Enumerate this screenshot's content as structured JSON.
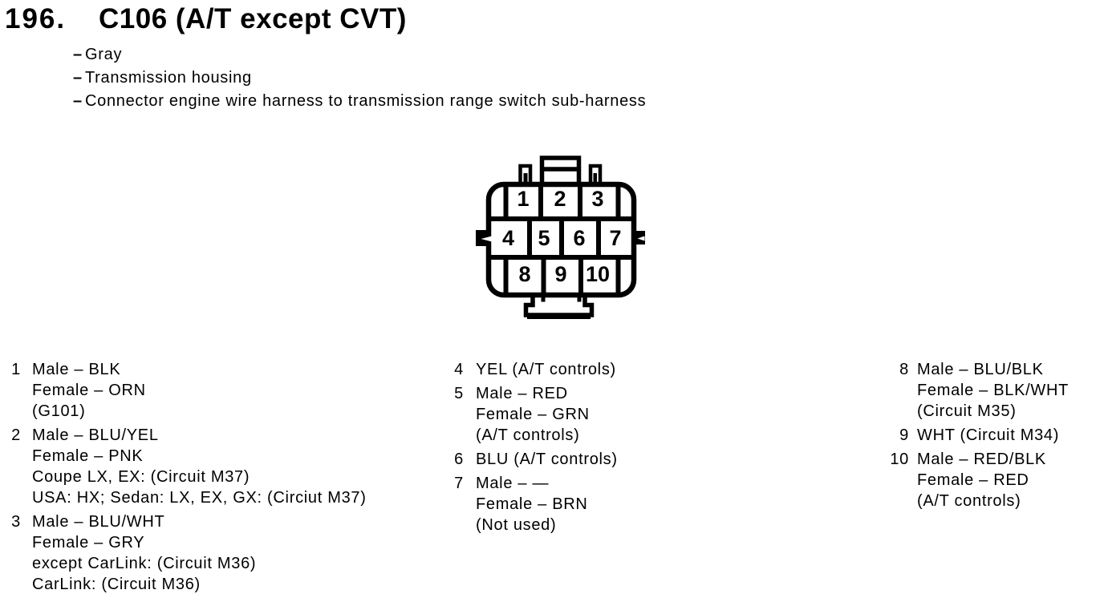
{
  "header": {
    "number": "196.",
    "title": "C106 (A/T except CVT)"
  },
  "glyphs": {
    "bullet_dash": "–"
  },
  "notes": [
    "Gray",
    "Transmission housing",
    "Connector engine wire harness to transmission range switch sub-harness"
  ],
  "connector": {
    "pin_labels": [
      "1",
      "2",
      "3",
      "4",
      "5",
      "6",
      "7",
      "8",
      "9",
      "10"
    ]
  },
  "pin_list": {
    "columns": [
      {
        "entries": [
          {
            "pin": "1",
            "lines": [
              "Male – BLK",
              "Female – ORN",
              "(G101)"
            ]
          },
          {
            "pin": "2",
            "lines": [
              "Male – BLU/YEL",
              "Female – PNK",
              "Coupe LX, EX: (Circuit M37)",
              "USA: HX; Sedan: LX, EX, GX: (Circiut M37)"
            ]
          },
          {
            "pin": "3",
            "lines": [
              "Male – BLU/WHT",
              "Female – GRY",
              "except CarLink: (Circuit M36)",
              "CarLink: (Circuit M36)"
            ]
          }
        ]
      },
      {
        "entries": [
          {
            "pin": "4",
            "lines": [
              "YEL (A/T controls)"
            ]
          },
          {
            "pin": "5",
            "lines": [
              "Male – RED",
              "Female – GRN",
              "(A/T controls)"
            ]
          },
          {
            "pin": "6",
            "lines": [
              "BLU (A/T controls)"
            ]
          },
          {
            "pin": "7",
            "lines": [
              "Male – —",
              "Female – BRN",
              "(Not used)"
            ]
          }
        ]
      },
      {
        "entries": [
          {
            "pin": "8",
            "lines": [
              "Male – BLU/BLK",
              "Female – BLK/WHT",
              "(Circuit M35)"
            ]
          },
          {
            "pin": "9",
            "lines": [
              "WHT (Circuit M34)"
            ]
          },
          {
            "pin": "10",
            "lines": [
              "Male – RED/BLK",
              "Female – RED",
              "(A/T controls)"
            ]
          }
        ]
      }
    ]
  },
  "colors": {
    "ink": "#000000",
    "paper": "#ffffff"
  }
}
